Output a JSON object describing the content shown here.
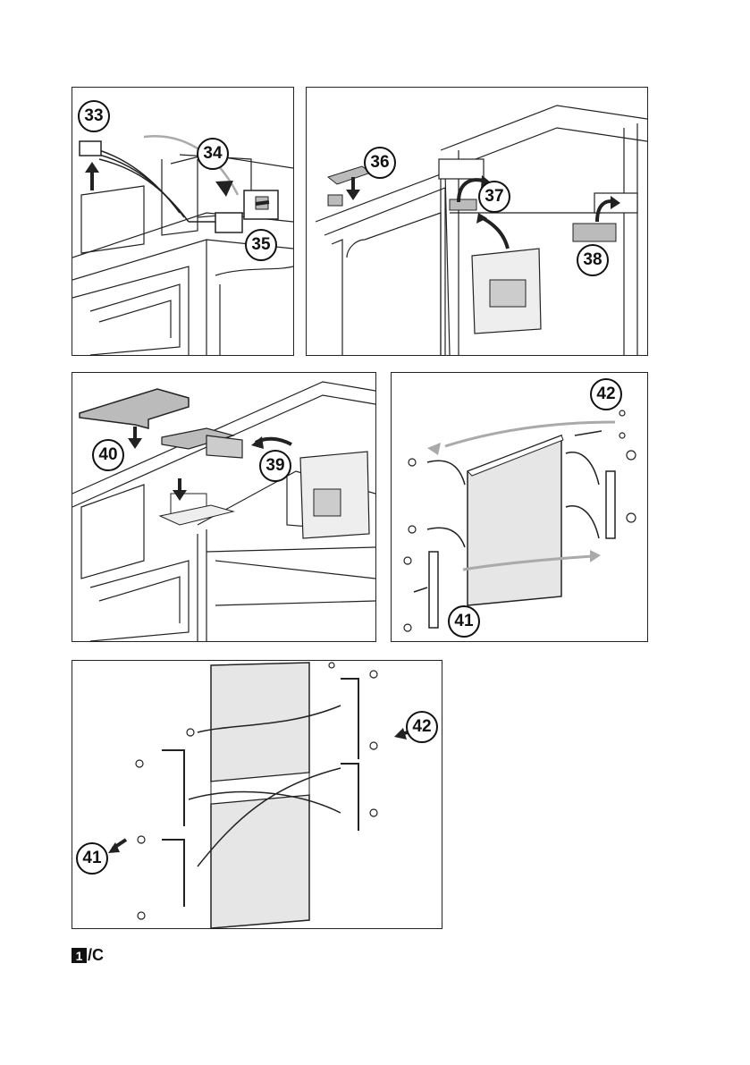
{
  "panels": {
    "p1": {
      "steps": [
        "33",
        "34",
        "35"
      ]
    },
    "p2": {
      "steps": [
        "36",
        "37",
        "38"
      ]
    },
    "p3": {
      "steps": [
        "40",
        "39"
      ]
    },
    "p4": {
      "steps": [
        "42",
        "41"
      ]
    },
    "p5": {
      "steps": [
        "42",
        "41"
      ]
    }
  },
  "footer": {
    "page_number": "1",
    "page_suffix": "/C"
  },
  "colors": {
    "line": "#222222",
    "tape": "#bbbbbb",
    "door": "#e6e6e6",
    "arrow_gray": "#aaaaaa"
  }
}
